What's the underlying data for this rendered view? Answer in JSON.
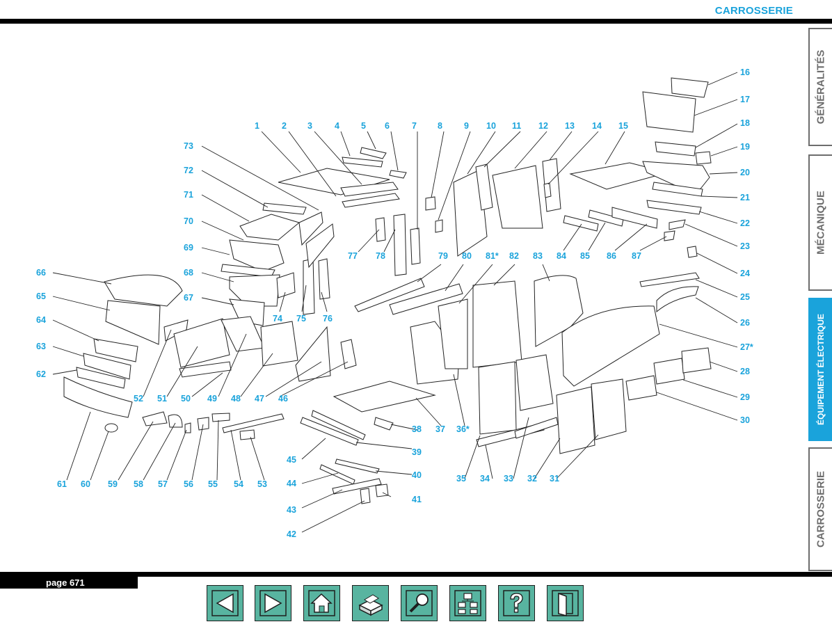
{
  "header": {
    "section": "CARROSSERIE"
  },
  "tabs": [
    {
      "label": "GÉNÉRALITÉS",
      "active": false
    },
    {
      "label": "MÉCANIQUE",
      "active": false
    },
    {
      "label": "ÉQUIPEMENT ÉLECTRIQUE",
      "active": true
    },
    {
      "label": "CARROSSERIE",
      "active": false
    }
  ],
  "footer": {
    "page": "page 671"
  },
  "colors": {
    "accent": "#1aa3db",
    "button": "#58b4a0",
    "tab_border": "#6d6d6d"
  },
  "nav_buttons": [
    {
      "name": "previous-page-button",
      "icon": "arrow-left-icon"
    },
    {
      "name": "next-page-button",
      "icon": "arrow-right-icon"
    },
    {
      "name": "home-button",
      "icon": "house-icon"
    },
    {
      "name": "print-button",
      "icon": "printer-icon"
    },
    {
      "name": "search-button",
      "icon": "magnifier-icon"
    },
    {
      "name": "contents-button",
      "icon": "tree-icon"
    },
    {
      "name": "help-button",
      "icon": "question-icon"
    },
    {
      "name": "exit-button",
      "icon": "exit-door-icon"
    }
  ],
  "part_labels": [
    "1",
    "2",
    "3",
    "4",
    "5",
    "6",
    "7",
    "8",
    "9",
    "10",
    "11",
    "12",
    "13",
    "14",
    "15",
    "16",
    "17",
    "18",
    "19",
    "20",
    "21",
    "22",
    "23",
    "24",
    "25",
    "26",
    "27*",
    "28",
    "29",
    "30",
    "31",
    "32",
    "33",
    "34",
    "35",
    "36*",
    "37",
    "38",
    "39",
    "40",
    "41",
    "42",
    "43",
    "44",
    "45",
    "46",
    "47",
    "48",
    "49",
    "50",
    "51",
    "52",
    "53",
    "54",
    "55",
    "56",
    "57",
    "58",
    "59",
    "60",
    "61",
    "62",
    "63",
    "64",
    "65",
    "66",
    "67",
    "68",
    "69",
    "70",
    "71",
    "72",
    "73",
    "74",
    "75",
    "76",
    "77",
    "78",
    "79",
    "80",
    "81*",
    "82",
    "83",
    "84",
    "85",
    "86",
    "87"
  ]
}
